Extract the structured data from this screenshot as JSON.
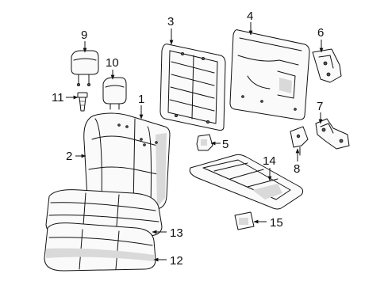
{
  "callouts": [
    {
      "id": "1",
      "label": "1"
    },
    {
      "id": "2",
      "label": "2"
    },
    {
      "id": "3",
      "label": "3"
    },
    {
      "id": "4",
      "label": "4"
    },
    {
      "id": "5",
      "label": "5"
    },
    {
      "id": "6",
      "label": "6"
    },
    {
      "id": "7",
      "label": "7"
    },
    {
      "id": "8",
      "label": "8"
    },
    {
      "id": "9",
      "label": "9"
    },
    {
      "id": "10",
      "label": "10"
    },
    {
      "id": "11",
      "label": "11"
    },
    {
      "id": "12",
      "label": "12"
    },
    {
      "id": "13",
      "label": "13"
    },
    {
      "id": "14",
      "label": "14"
    },
    {
      "id": "15",
      "label": "15"
    }
  ],
  "colors": {
    "line": "#111111",
    "background": "#ffffff",
    "shade": "#d9d9d9"
  }
}
